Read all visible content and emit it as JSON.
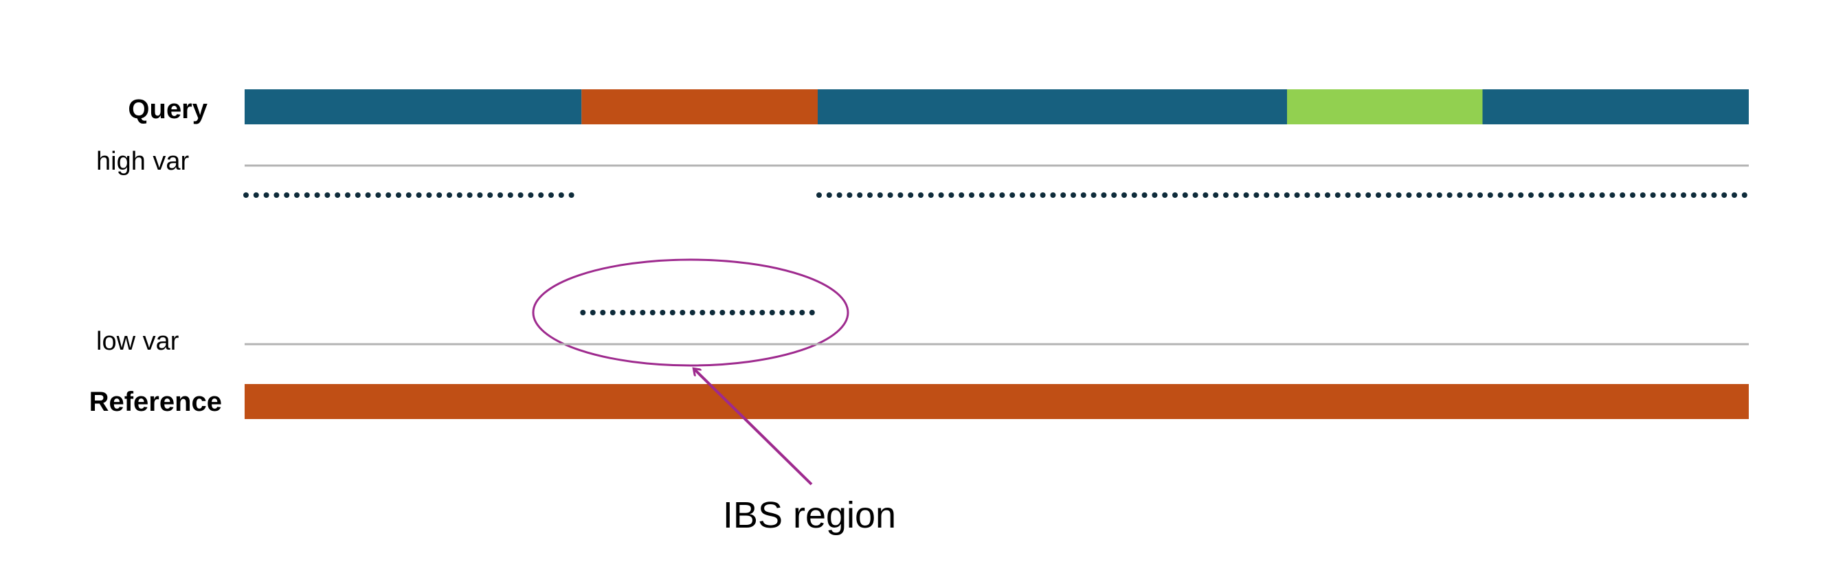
{
  "labels": {
    "query": "Query",
    "high_var": "high var",
    "low_var": "low var",
    "reference": "Reference",
    "annotation": "IBS region"
  },
  "colors": {
    "blue": "#17607F",
    "orange": "#C04F15",
    "green": "#92D050",
    "dots": "#0E2B3A",
    "line": "#B3B3B3",
    "annotation": "#9E2A8E"
  },
  "tracks": {
    "query_segments": [
      {
        "color": "blue",
        "span": [
          0.0,
          0.224
        ]
      },
      {
        "color": "orange",
        "span": [
          0.224,
          0.381
        ]
      },
      {
        "color": "blue",
        "span": [
          0.381,
          0.693
        ]
      },
      {
        "color": "green",
        "span": [
          0.693,
          0.823
        ]
      },
      {
        "color": "blue",
        "span": [
          0.823,
          1.0
        ]
      }
    ],
    "reference_segments": [
      {
        "color": "orange",
        "span": [
          0.0,
          1.0
        ]
      }
    ],
    "high_var_dotted_runs": [
      [
        0.0,
        0.224
      ],
      [
        0.381,
        1.0
      ]
    ],
    "low_var_dotted_runs": [
      [
        0.224,
        0.381
      ]
    ]
  }
}
